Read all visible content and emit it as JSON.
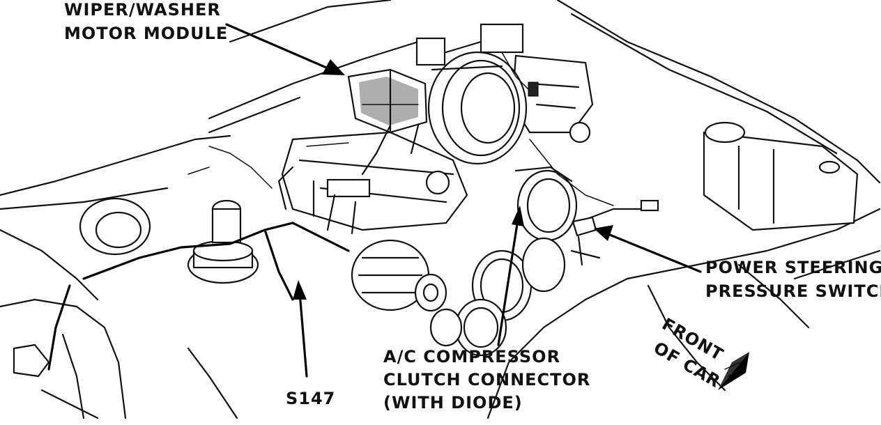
{
  "labels": {
    "wiper_line1": "WIPER/WASHER",
    "wiper_line2": "MOTOR MODULE",
    "ps_line1": "POWER STEERING",
    "ps_line2": "PRESSURE SWITCH",
    "front_line1": "FRONT",
    "front_line2": "OF CAR",
    "s147": "S147",
    "ac_line1": "A/C COMPRESSOR",
    "ac_line2": "CLUTCH CONNECTOR",
    "ac_line3": "(WITH DIODE)"
  },
  "colors": {
    "ink": "#111111",
    "paper": "#ffffff"
  }
}
